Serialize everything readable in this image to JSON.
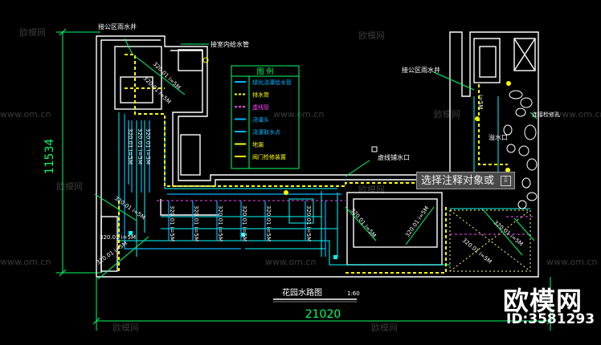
{
  "drawing": {
    "title": "花园水路图",
    "scale": "1:60",
    "dim_width": "21020",
    "dim_height": "11534"
  },
  "labels": {
    "rain_pipe_left": "接公区雨水井",
    "rain_pipe_right": "接公区雨水井",
    "indoor_drain": "接室内给水管",
    "overflow": "溢水口",
    "inspection": "虚线铺水口",
    "repair_hole": "连接检修孔",
    "slope": "320.01 i=5M",
    "slope_short": "i=5M"
  },
  "legend": {
    "title": "图  例",
    "rows": [
      {
        "color": "#00b4ff",
        "text": "绿化浇灌给水管"
      },
      {
        "color": "#ffff00",
        "text": "排水管"
      },
      {
        "color": "#ff44ff",
        "text": "虚线管"
      },
      {
        "color": "#00b4ff",
        "text": "浇灌头"
      },
      {
        "color": "#00b4ff",
        "text": "浇灌取水点"
      },
      {
        "color": "#ffff00",
        "text": "地漏"
      },
      {
        "color": "#ffff00",
        "text": "阀门检修装置"
      }
    ]
  },
  "tooltip": {
    "text": "选择注释对象或",
    "icon": "download-icon"
  },
  "watermark": {
    "brand": "欧模网",
    "id": "ID:3581293",
    "faint": "www.om.cn",
    "faint_brand": "欧模网"
  },
  "colors": {
    "wall": "#ffffff",
    "dim": "#00ff66",
    "water": "#00b4ff",
    "drain": "#ffff00",
    "cyan": "#00ffff",
    "magenta": "#ff44ff",
    "hatch": "#ffff66"
  }
}
